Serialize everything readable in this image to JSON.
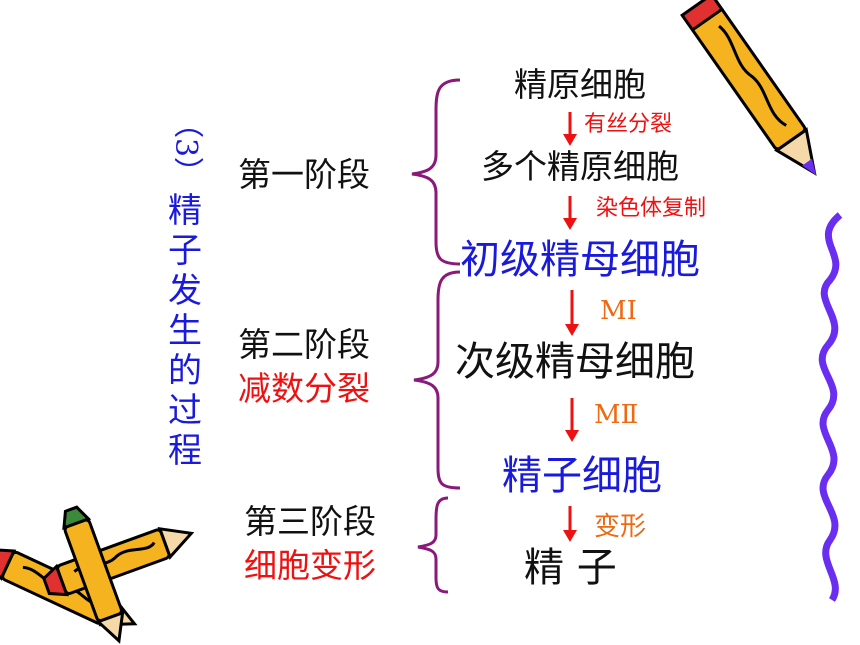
{
  "title": {
    "prefix": "（3）",
    "chars": [
      "精",
      "子",
      "发",
      "生",
      "的",
      "过",
      "程"
    ]
  },
  "stages": [
    {
      "name": "第一阶段",
      "sub": ""
    },
    {
      "name": "第二阶段",
      "sub": "减数分裂"
    },
    {
      "name": "第三阶段",
      "sub": "细胞变形"
    }
  ],
  "cells": {
    "c1": "精原细胞",
    "c2": "多个精原细胞",
    "c3": "初级精母细胞",
    "c4": "次级精母细胞",
    "c5": "精子细胞",
    "c6": "精 子"
  },
  "arrows": {
    "a1": "有丝分裂",
    "a2": "染色体复制",
    "a3": "MⅠ",
    "a4": "MⅡ",
    "a5": "变形"
  },
  "colors": {
    "blue": "#1a1adc",
    "red": "#ee1111",
    "orange": "#ee6a12",
    "brace": "#8a1a7a",
    "purple_ribbon": "#6a2ef0"
  },
  "icons": [
    "pencil-icon",
    "pencil-icon",
    "pencil-icon"
  ]
}
